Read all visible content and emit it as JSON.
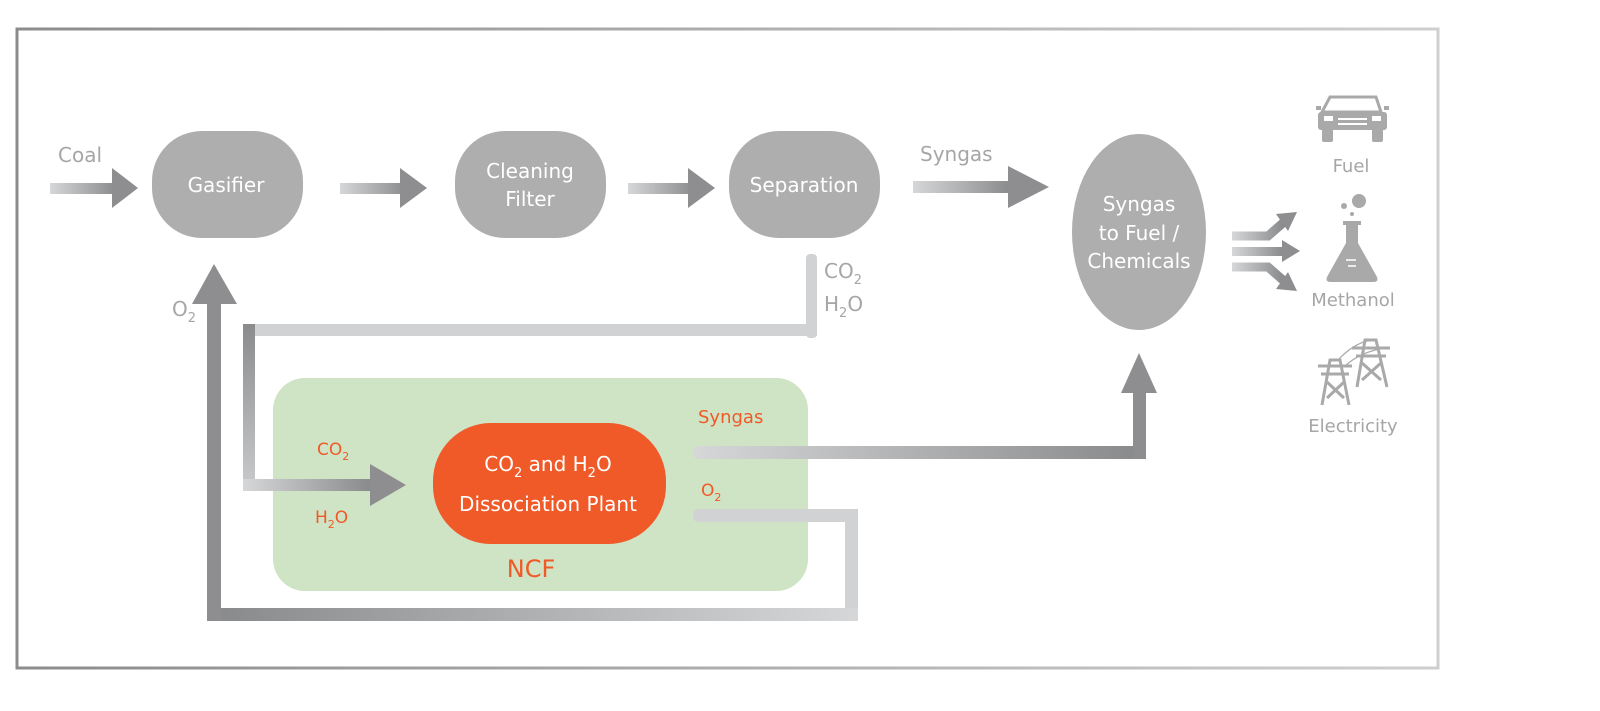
{
  "inputs": {
    "coal": "Coal",
    "o2": "O",
    "o2_sub": "2"
  },
  "nodes": {
    "gasifier": "Gasifier",
    "cleaning_filter": [
      "Cleaning",
      "Filter"
    ],
    "separation": "Separation",
    "syngas_to_fuel": [
      "Syngas",
      "to Fuel /",
      "Chemicals"
    ]
  },
  "flows": {
    "syngas_top": "Syngas",
    "sep_co2": {
      "main": "CO",
      "sub": "2"
    },
    "sep_h2o": {
      "a": "H",
      "sub": "2",
      "b": "O"
    }
  },
  "ncf": {
    "label": "NCF",
    "plant": {
      "line1": {
        "a": "CO",
        "sub1": "2",
        "b": " and H",
        "sub2": "2",
        "c": "O"
      },
      "line2": "Dissociation Plant"
    },
    "in_co2": {
      "main": "CO",
      "sub": "2"
    },
    "in_h2o": {
      "a": "H",
      "sub": "2",
      "b": "O"
    },
    "out_syngas": "Syngas",
    "out_o2": {
      "main": "O",
      "sub": "2"
    }
  },
  "outputs": {
    "fuel": "Fuel",
    "methanol": "Methanol",
    "electricity": "Electricity",
    "icons": [
      "car-icon",
      "flask-icon",
      "power-tower-icon"
    ]
  },
  "colors": {
    "node_gray": "#aeaeae",
    "arrow_gray": "#8e8e90",
    "light_gray": "#d1d2d3",
    "ncf_green": "#cfe3c5",
    "plant_orange": "#f05a28",
    "text_gray": "#a6a6a6"
  }
}
